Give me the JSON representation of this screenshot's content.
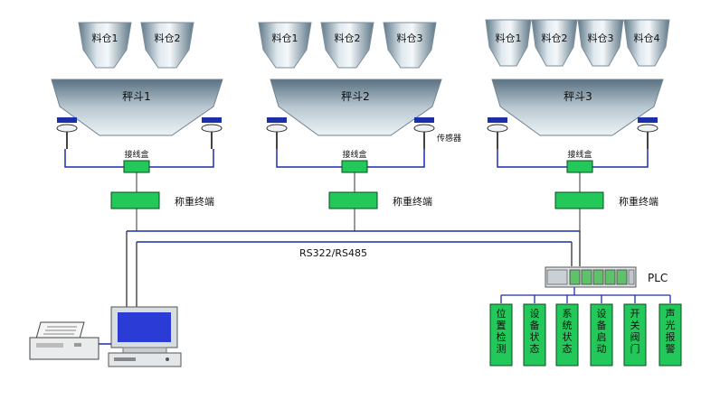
{
  "groups": [
    {
      "bins": [
        "料仓1",
        "料仓2"
      ],
      "hopper": "秤斗1",
      "junction_box": "接线盒",
      "terminal": "称重终端"
    },
    {
      "bins": [
        "料仓1",
        "料仓2",
        "料仓3"
      ],
      "hopper": "秤斗2",
      "junction_box": "接线盒",
      "terminal": "称重终端",
      "sensor_label": "传感器"
    },
    {
      "bins": [
        "料仓1",
        "料仓2",
        "料仓3",
        "料仓4"
      ],
      "hopper": "秤斗3",
      "junction_box": "接线盒",
      "terminal": "称重终端"
    }
  ],
  "bus_label": "RS322/RS485",
  "plc_label": "PLC",
  "plc_outputs": [
    "位置检测",
    "设备状态",
    "系统状态",
    "设备启动",
    "开关阀门",
    "声光报警"
  ],
  "colors": {
    "steel_dark": "#6f8796",
    "steel_light": "#e8f0f5",
    "terminal_green": "#22c95a",
    "bus_blue": "#1a2fa8",
    "monitor_blue": "#2a3bd6"
  },
  "icons": [
    "printer-icon",
    "computer-icon",
    "plc-icon",
    "load-sensor-icon"
  ]
}
